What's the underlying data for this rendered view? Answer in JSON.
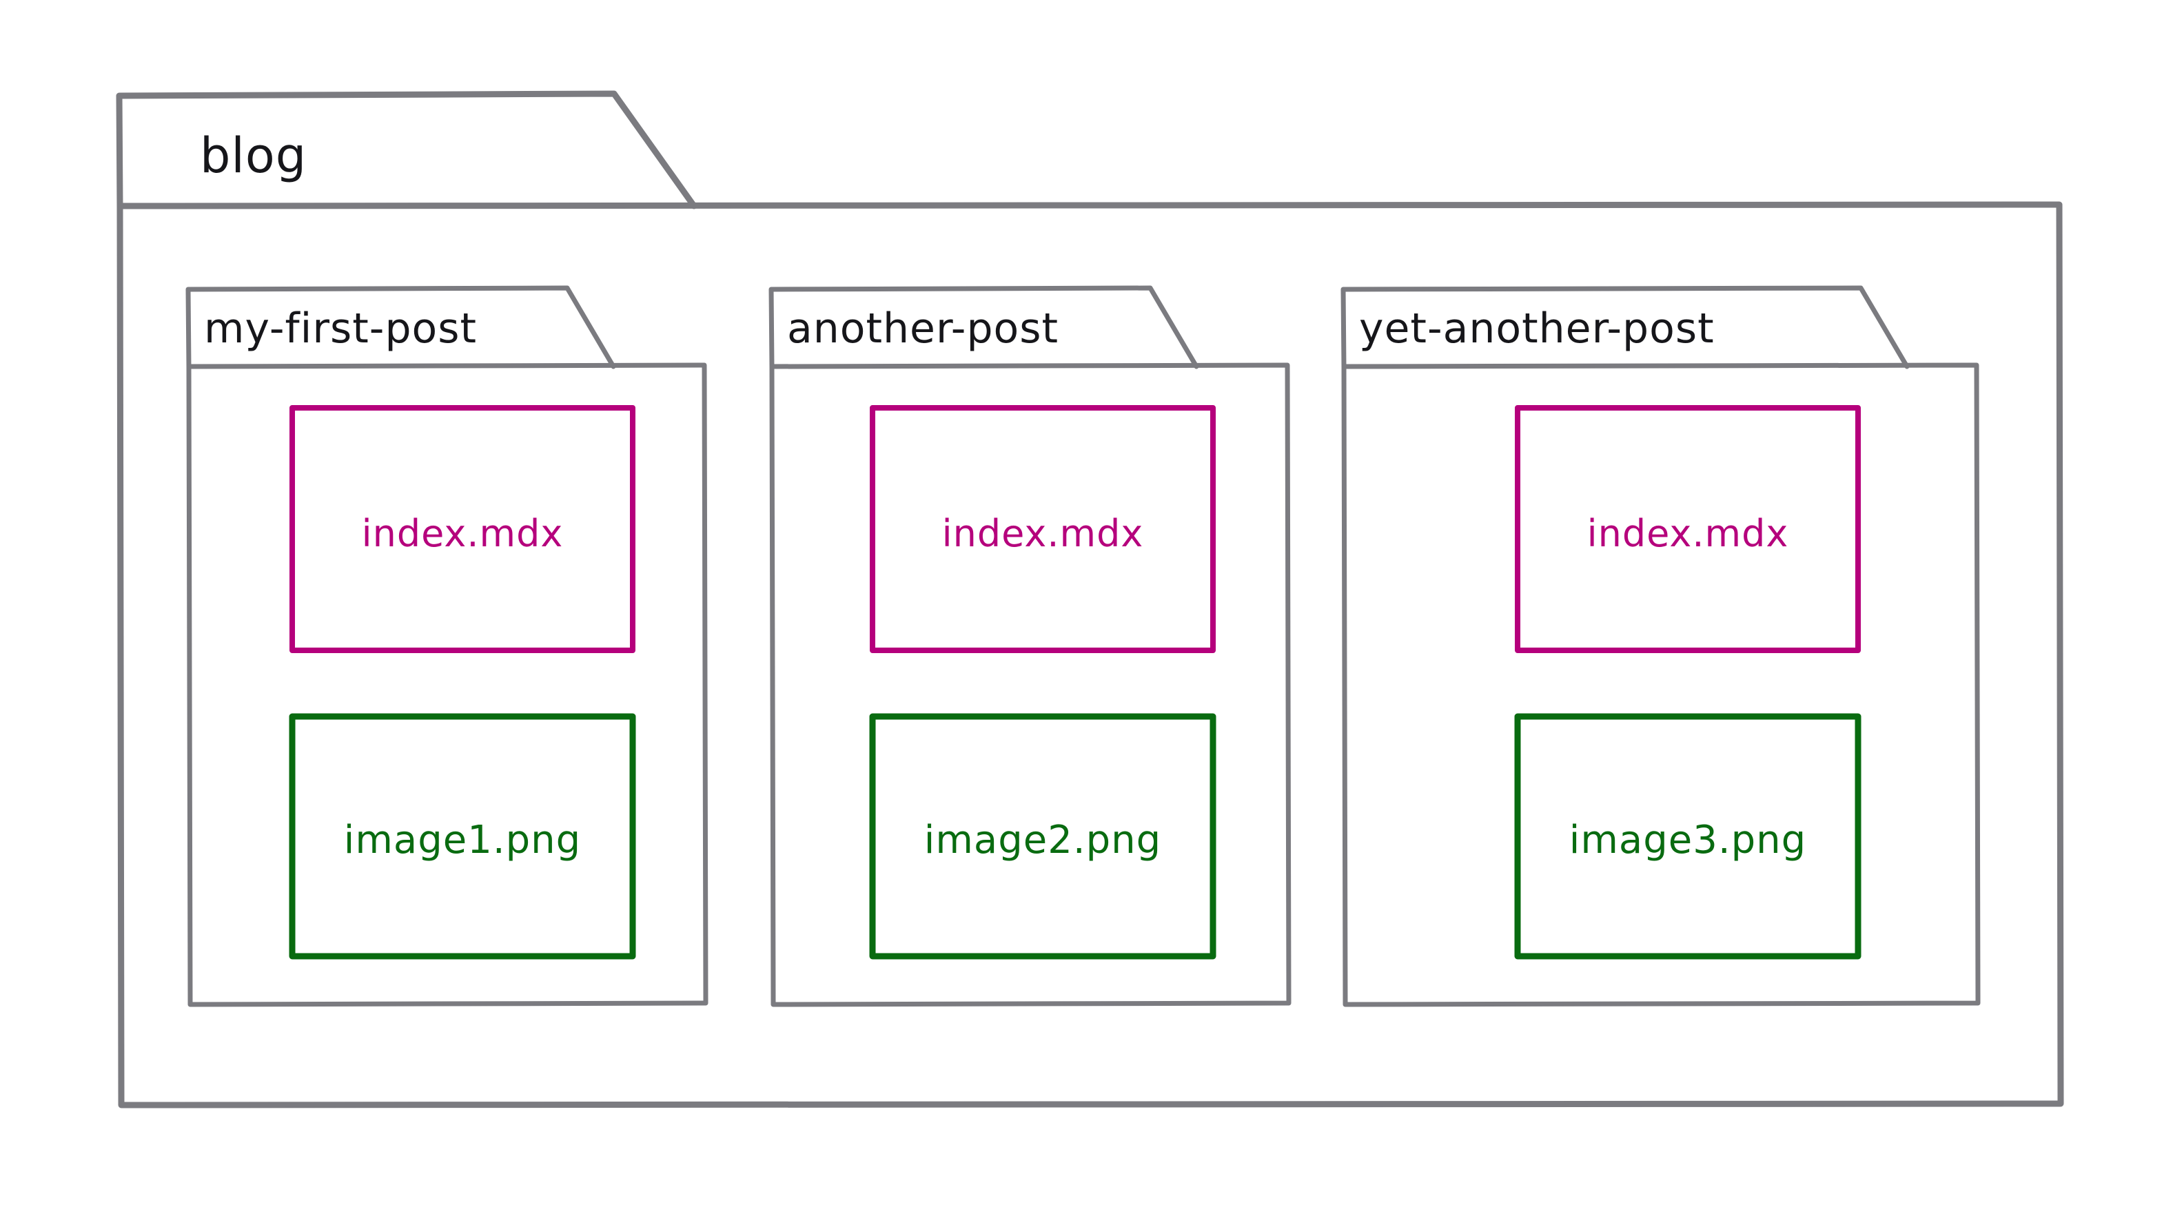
{
  "diagram": {
    "style": "hand-drawn-sketch",
    "background_color": "#ffffff",
    "stroke_color_folder": "#7b7b80",
    "stroke_color_mdx": "#b5007c",
    "stroke_color_png": "#096b10",
    "text_color_folder_label": "#16161a"
  },
  "root_folder": {
    "name": "blog",
    "children": [
      {
        "name": "my-first-post",
        "files": [
          {
            "name": "index.mdx",
            "kind": "mdx-file",
            "color": "#b5007c"
          },
          {
            "name": "image1.png",
            "kind": "png-file",
            "color": "#096b10"
          }
        ]
      },
      {
        "name": "another-post",
        "files": [
          {
            "name": "index.mdx",
            "kind": "mdx-file",
            "color": "#b5007c"
          },
          {
            "name": "image2.png",
            "kind": "png-file",
            "color": "#096b10"
          }
        ]
      },
      {
        "name": "yet-another-post",
        "files": [
          {
            "name": "index.mdx",
            "kind": "mdx-file",
            "color": "#b5007c"
          },
          {
            "name": "image3.png",
            "kind": "png-file",
            "color": "#096b10"
          }
        ]
      }
    ]
  }
}
